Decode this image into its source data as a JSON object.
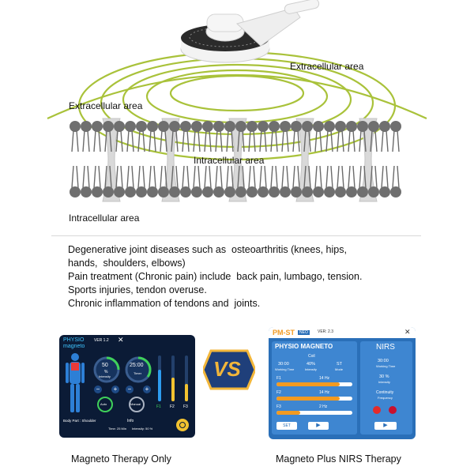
{
  "diagram": {
    "labels": {
      "extracellular_top": "Extracellular area",
      "extracellular_left": "Extracellular area",
      "intracellular_mid": "Intracellular area",
      "intracellular_bottom": "Intracellular area"
    },
    "colors": {
      "waves": "#a9c23a",
      "membrane_head": "#6f6f6f",
      "channel": "#d9d9d9"
    }
  },
  "description": {
    "lines": [
      "Degenerative joint diseases such as  osteoarthritis (knees, hips,",
      "hands,  shoulders, elbows)",
      "Pain treatment (Chronic pain) include  back pain, lumbago, tension.",
      "Sports injuries, tendon overuse.",
      "Chronic inflammation of tendons and  joints."
    ]
  },
  "left_screen": {
    "brand": "PHYSIO\nmagneto",
    "version": "VER 1.2",
    "dial_1_value": "50",
    "dial_1_unit": "%",
    "dial_1_label": "Intensity",
    "dial_2_value": "25:00",
    "dial_2_label": "Timer",
    "col_labels": [
      "F1",
      "F2",
      "F3"
    ],
    "btn_1": "Auto",
    "btn_2": "Manual",
    "part_title": "Body Part : Shoulder",
    "info_title": "Info",
    "time_label": "Time: 25 Min",
    "intensity_label": "Intensity: 50 %"
  },
  "vs_label": "VS",
  "right_screen": {
    "brand": "PM-ST",
    "badge": "NEO",
    "version": "VER: 2.3",
    "panel_title": "PHYSIO MAGNETO",
    "nirs_title": "NIRS",
    "row_head": "Coil",
    "stats": [
      {
        "value": "30:00",
        "label": "Working Time"
      },
      {
        "value": "40%",
        "label": "Intensity"
      },
      {
        "value": "ST",
        "label": "Mode"
      }
    ],
    "freqs": [
      {
        "name": "F1",
        "value": "14 Hz"
      },
      {
        "name": "F2",
        "value": "14 Hz"
      },
      {
        "name": "F3",
        "value": "2 Hz"
      }
    ],
    "nirs_time": "30:00",
    "nirs_time_label": "Working Time",
    "nirs_intensity": "30 %",
    "nirs_intensity_label": "Intensity",
    "nirs_mode": "Continuity",
    "nirs_mode_label": "Frequency",
    "set_button": "SET"
  },
  "captions": {
    "left": "Magneto Therapy Only",
    "right": "Magneto Plus NIRS Therapy"
  }
}
